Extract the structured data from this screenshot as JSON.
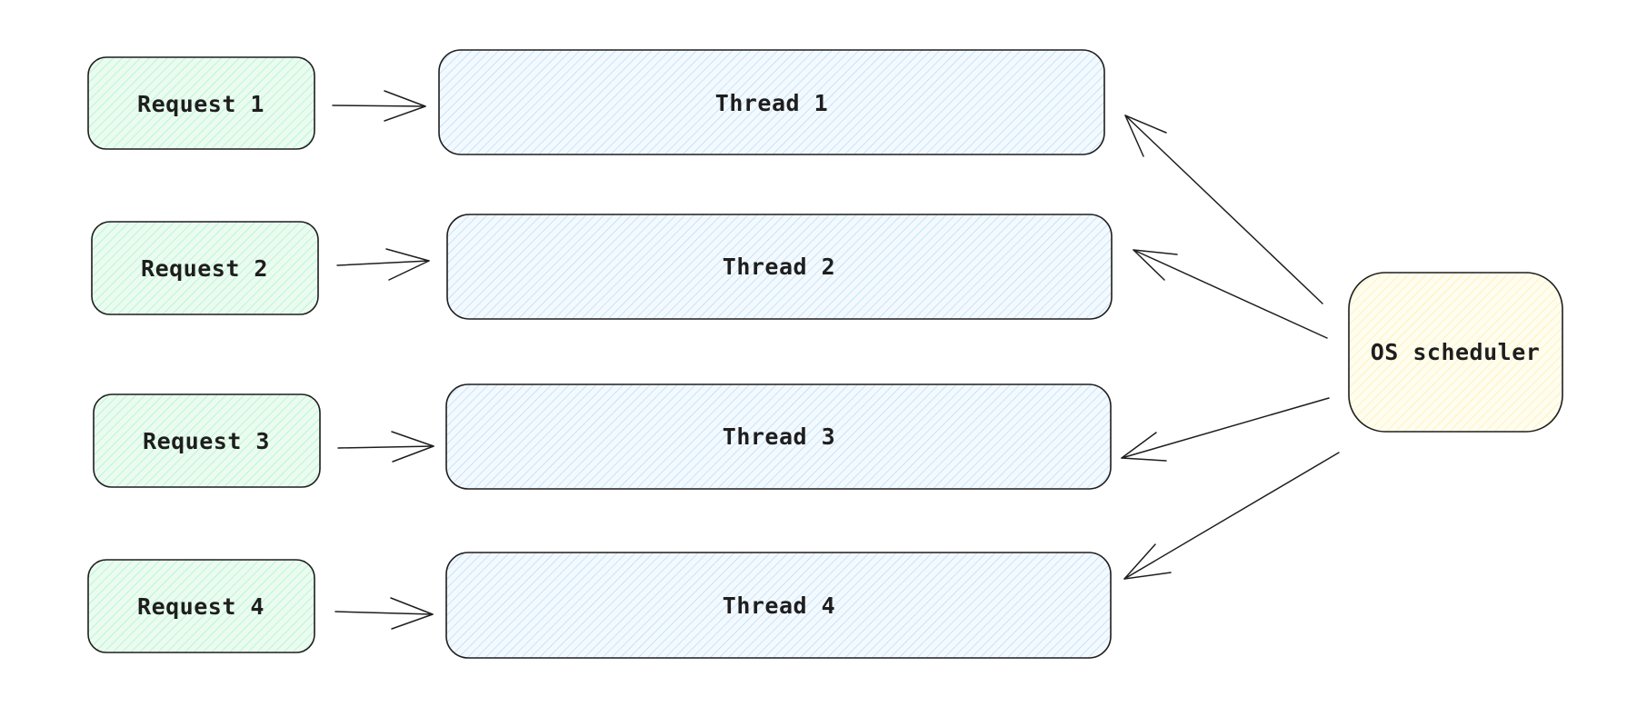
{
  "requests": [
    {
      "label": "Request 1"
    },
    {
      "label": "Request 2"
    },
    {
      "label": "Request 3"
    },
    {
      "label": "Request 4"
    }
  ],
  "threads": [
    {
      "label": "Thread 1"
    },
    {
      "label": "Thread 2"
    },
    {
      "label": "Thread 3"
    },
    {
      "label": "Thread 4"
    }
  ],
  "scheduler": {
    "label": "OS scheduler"
  },
  "colors": {
    "request_fill": "#ebfbee",
    "request_hatch": "#96f2d7",
    "thread_fill": "#f4f9fd",
    "thread_hatch": "#a5d8ff",
    "scheduler_fill": "#fffdf0",
    "scheduler_hatch": "#ffec99",
    "stroke": "#1e1e1e"
  }
}
